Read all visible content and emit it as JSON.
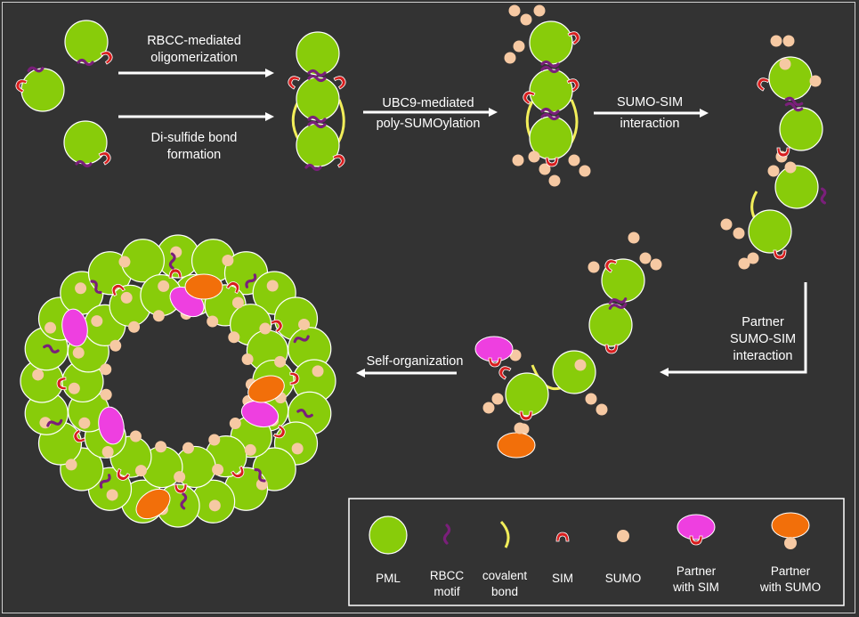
{
  "colors": {
    "background": "#333333",
    "pml": "#88cc0a",
    "rbcc_motif": "#7a1f7a",
    "covalent_bond": "#f2ee5a",
    "sim": "#d81e1e",
    "sumo": "#f6c9a3",
    "partner_with_sim": "#ee3fe0",
    "partner_with_sumo": "#f26f0a",
    "text": "#ffffff"
  },
  "steps": {
    "oligomerization": {
      "line1": "RBCC-mediated",
      "line2": "oligomerization"
    },
    "disulfide": {
      "line1": "Di-sulfide bond",
      "line2": "formation"
    },
    "sumoylation": {
      "line1": "UBC9-mediated",
      "line2": "poly-SUMOylation"
    },
    "sumo_sim": {
      "line1": "SUMO-SIM",
      "line2": "interaction"
    },
    "partner": {
      "line1": "Partner",
      "line2": "SUMO-SIM",
      "line3": "interaction"
    },
    "self_org": {
      "line1": "Self-organization"
    }
  },
  "legend": {
    "pml": {
      "line1": "PML",
      "icon": "pml-circle-icon"
    },
    "rbcc": {
      "line1": "RBCC",
      "line2": "motif",
      "icon": "rbcc-motif-icon"
    },
    "covalent": {
      "line1": "covalent",
      "line2": "bond",
      "icon": "covalent-bond-icon"
    },
    "sim": {
      "line1": "SIM",
      "icon": "sim-icon"
    },
    "sumo": {
      "line1": "SUMO",
      "icon": "sumo-icon"
    },
    "partner_sim": {
      "line1": "Partner",
      "line2": "with SIM",
      "icon": "partner-sim-icon"
    },
    "partner_sumo": {
      "line1": "Partner",
      "line2": "with SUMO",
      "icon": "partner-sumo-icon"
    }
  }
}
